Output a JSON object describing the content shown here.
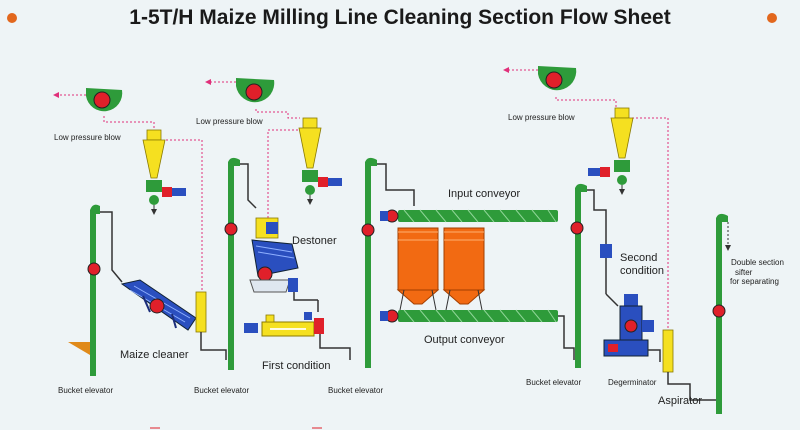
{
  "title": "1-5T/H Maize Milling Line Cleaning Section Flow Sheet",
  "labels": {
    "blower_1": "Low pressure blow",
    "blower_2": "Low pressure blow",
    "blower_3": "Low pressure blow",
    "maize_cleaner": "Maize cleaner",
    "destoner": "Destoner",
    "first_condition": "First condition",
    "input_conveyor": "Input  conveyor",
    "output_conveyor": "Output conveyor",
    "second_condition_1": "Second",
    "second_condition_2": "condition",
    "double_section_1": "Double section",
    "double_section_2": "sifter",
    "double_section_3": "for separating",
    "degerminator": "Degerminator",
    "aspirator": "Aspirator",
    "bucket_elevator_1": "Bucket elevator",
    "bucket_elevator_2": "Bucket elevator",
    "bucket_elevator_3": "Bucket elevator",
    "bucket_elevator_4": "Bucket elevator"
  },
  "colors": {
    "green": "#2e9b3a",
    "red": "#e0202a",
    "orange": "#f26a12",
    "yellow": "#f5e020",
    "blue": "#2a4fbf",
    "pipe": "#333333",
    "air_line": "#e0307a",
    "background": "#eef4f6"
  }
}
